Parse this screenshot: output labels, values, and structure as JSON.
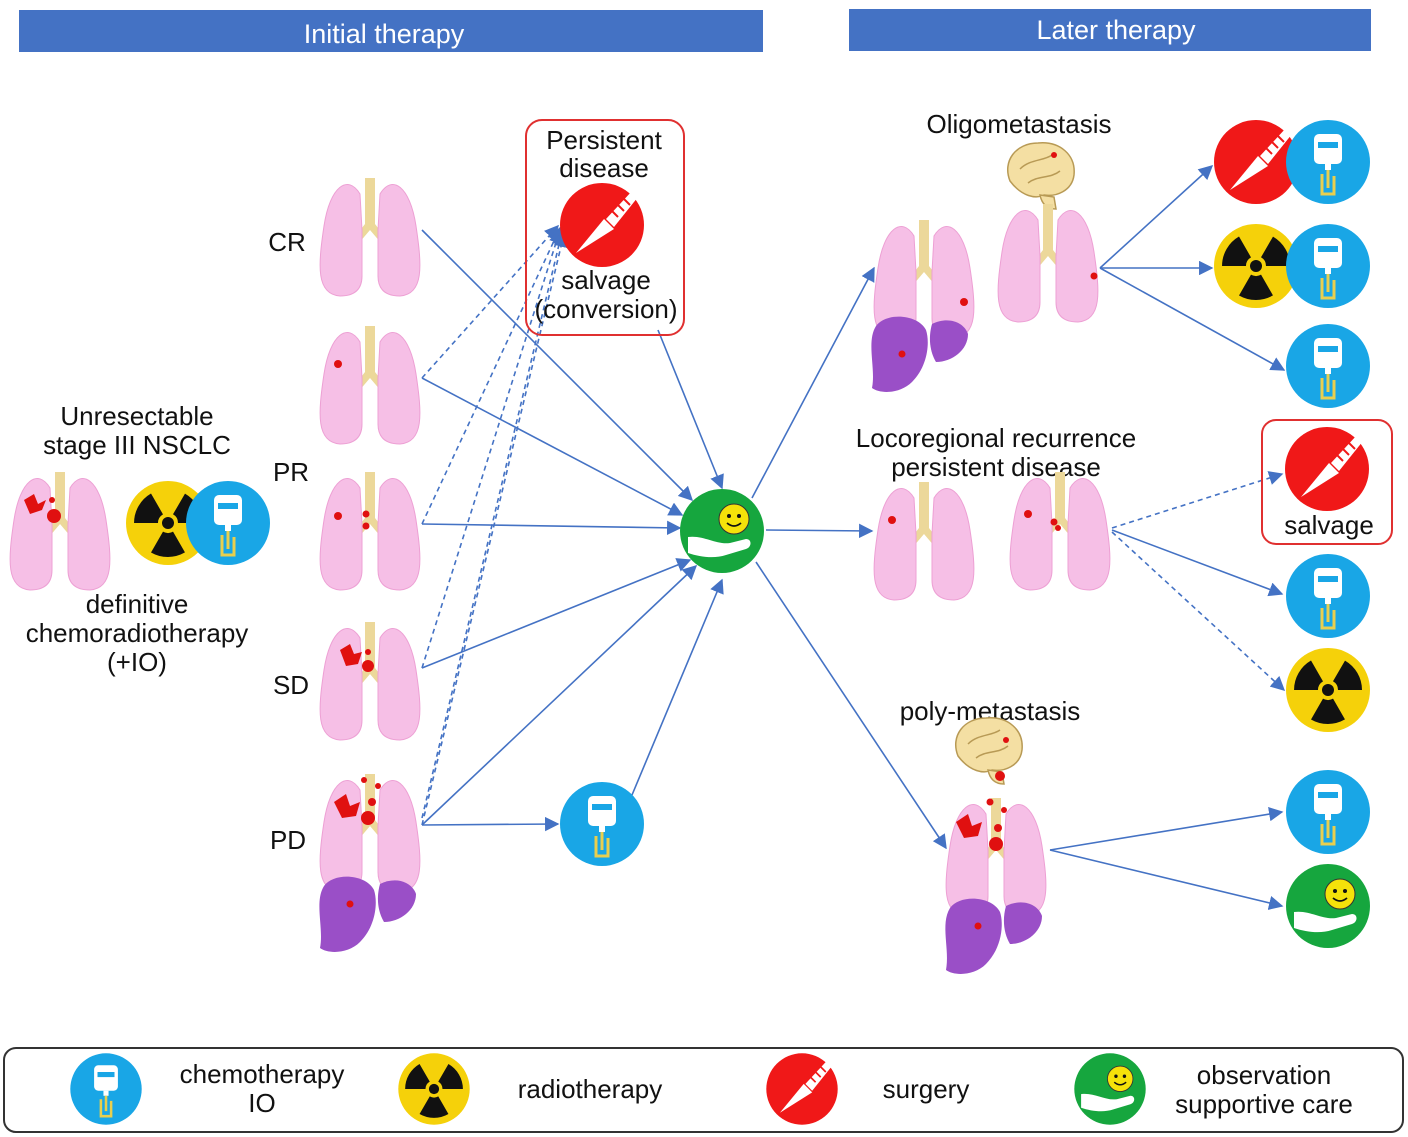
{
  "headers": {
    "initial": "Initial therapy",
    "later": "Later therapy"
  },
  "start": {
    "title_line1": "Unresectable",
    "title_line2": "stage III NSCLC",
    "caption_line1": "definitive",
    "caption_line2": "chemoradiotherapy",
    "caption_line3": "(+IO)"
  },
  "responses": {
    "cr": "CR",
    "pr": "PR",
    "sd": "SD",
    "pd": "PD"
  },
  "persistent": {
    "title_line1": "Persistent",
    "title_line2": "disease",
    "caption_line1": "salvage",
    "caption_line2": "(conversion)"
  },
  "later": {
    "oligo": "Oligometastasis",
    "loco_line1": "Locoregional recurrence",
    "loco_line2": "persistent disease",
    "poly": "poly-metastasis",
    "salvage": "salvage"
  },
  "legend": {
    "chemo_line1": "chemotherapy",
    "chemo_line2": "IO",
    "radio": "radiotherapy",
    "surgery": "surgery",
    "obs_line1": "observation",
    "obs_line2": "supportive care"
  },
  "icons": {
    "chemo": "iv-bag-icon",
    "radio": "radiation-icon",
    "surgery": "scalpel-icon",
    "observation": "hand-smiley-icon",
    "brain": "brain-icon",
    "lung": "lung-icon",
    "liver": "liver-icon"
  },
  "colors": {
    "header": "#4472c4",
    "arrow": "#4472c4",
    "chemo": "#19a6e6",
    "radio": "#f5d10a",
    "surgery": "#f01818",
    "observation": "#16a63e",
    "salvage_frame": "#e03030"
  }
}
